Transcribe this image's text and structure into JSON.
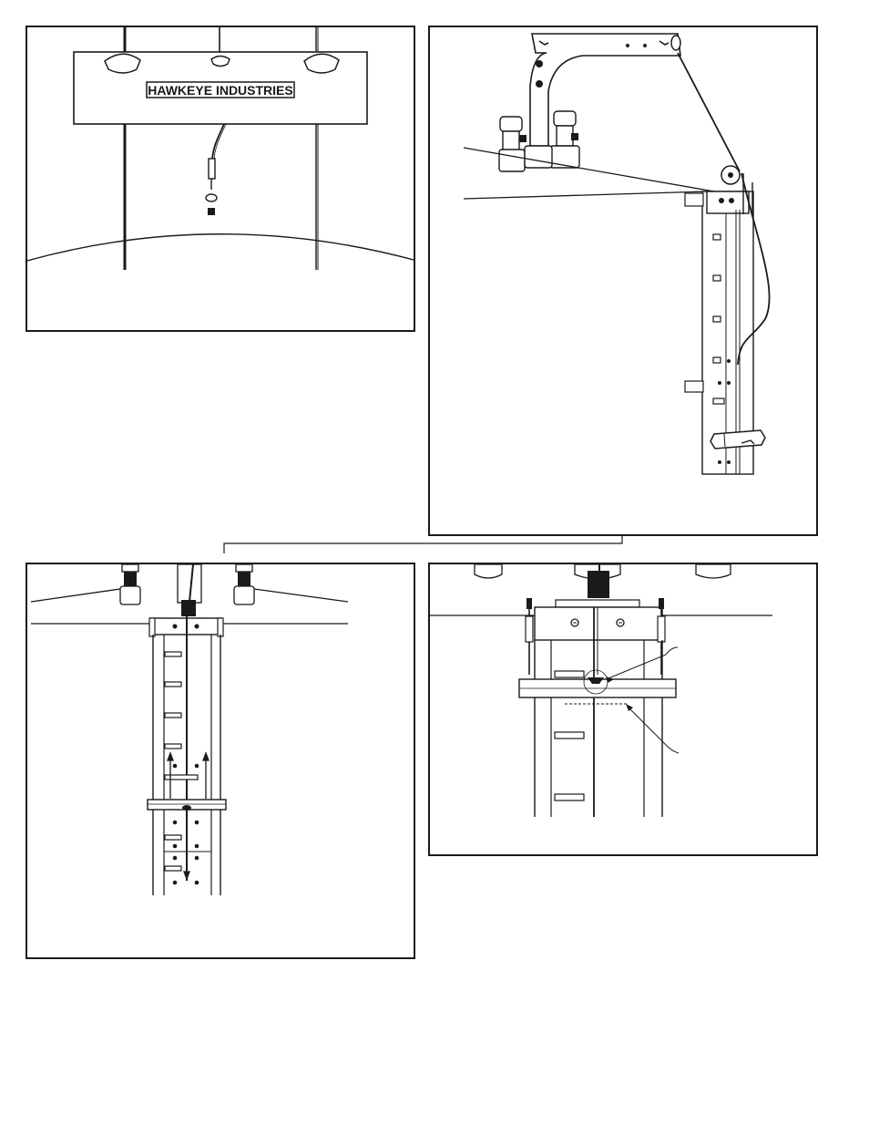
{
  "panels": [
    {
      "id": "panel-1",
      "placard_text": "HAWKEYE INDUSTRIES"
    },
    {
      "id": "panel-2"
    },
    {
      "id": "panel-3"
    },
    {
      "id": "panel-4"
    }
  ],
  "colors": {
    "ink": "#1a1a1a",
    "paper": "#ffffff"
  }
}
